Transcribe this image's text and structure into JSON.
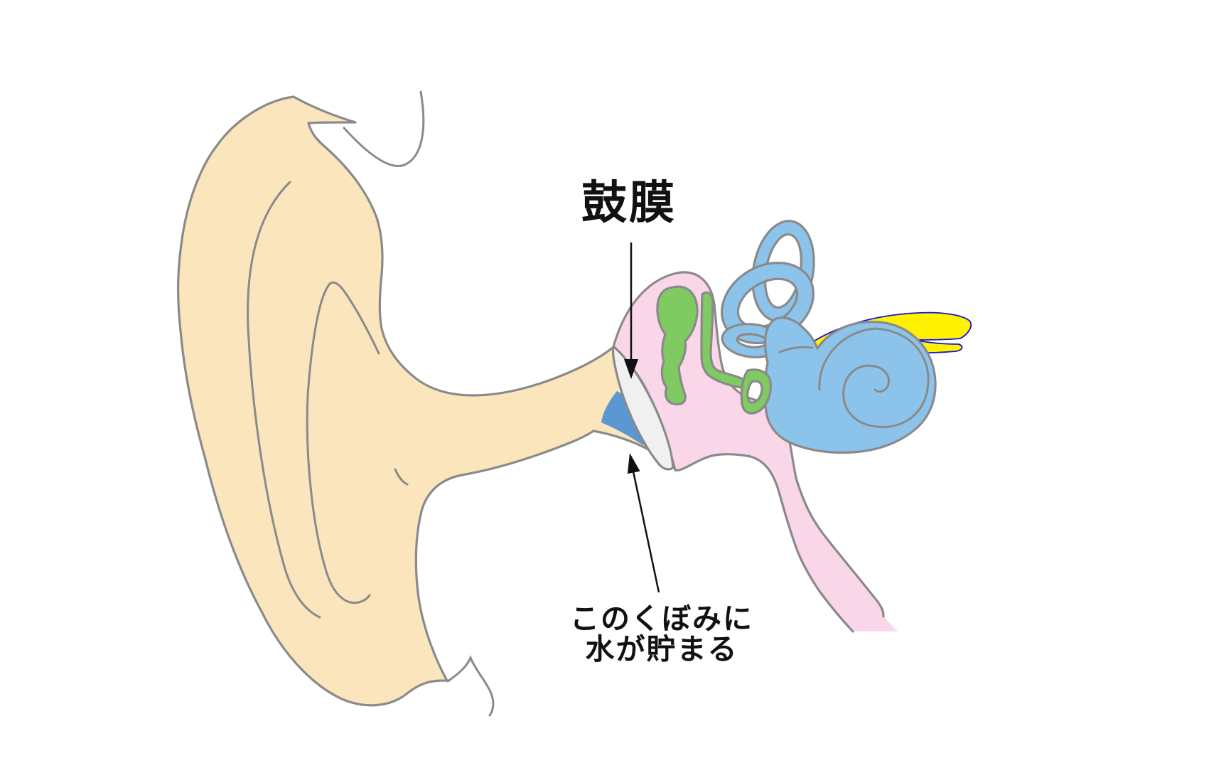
{
  "diagram": {
    "kind": "anatomical illustration",
    "subject": "Cross-section of human ear showing hollow where fluid collects behind the eardrum",
    "labels": {
      "eardrum": {
        "text": "鼓膜"
      },
      "caption": {
        "line1": "このくぼみに",
        "line2": "水が貯まる"
      }
    },
    "parts": [
      {
        "id": "outer-ear-pinna-and-canal",
        "fill": "#FBE5BC"
      },
      {
        "id": "middle-ear-cavity-and-eustachian-tube",
        "fill": "#FAD7E8"
      },
      {
        "id": "ossicles",
        "fill": "#7FCB62"
      },
      {
        "id": "eardrum-membrane",
        "fill": "#F0F0F0"
      },
      {
        "id": "fluid-pocket",
        "fill": "#5B97D3"
      },
      {
        "id": "inner-ear-cochlea-and-canals",
        "fill": "#8CC3EA"
      },
      {
        "id": "auditory-nerve",
        "fill": "#FFF100",
        "stroke": "#1212DD"
      }
    ],
    "outline_color": "#8A8A8A",
    "arrow_color": "#111111",
    "background": "#FFFFFF"
  }
}
